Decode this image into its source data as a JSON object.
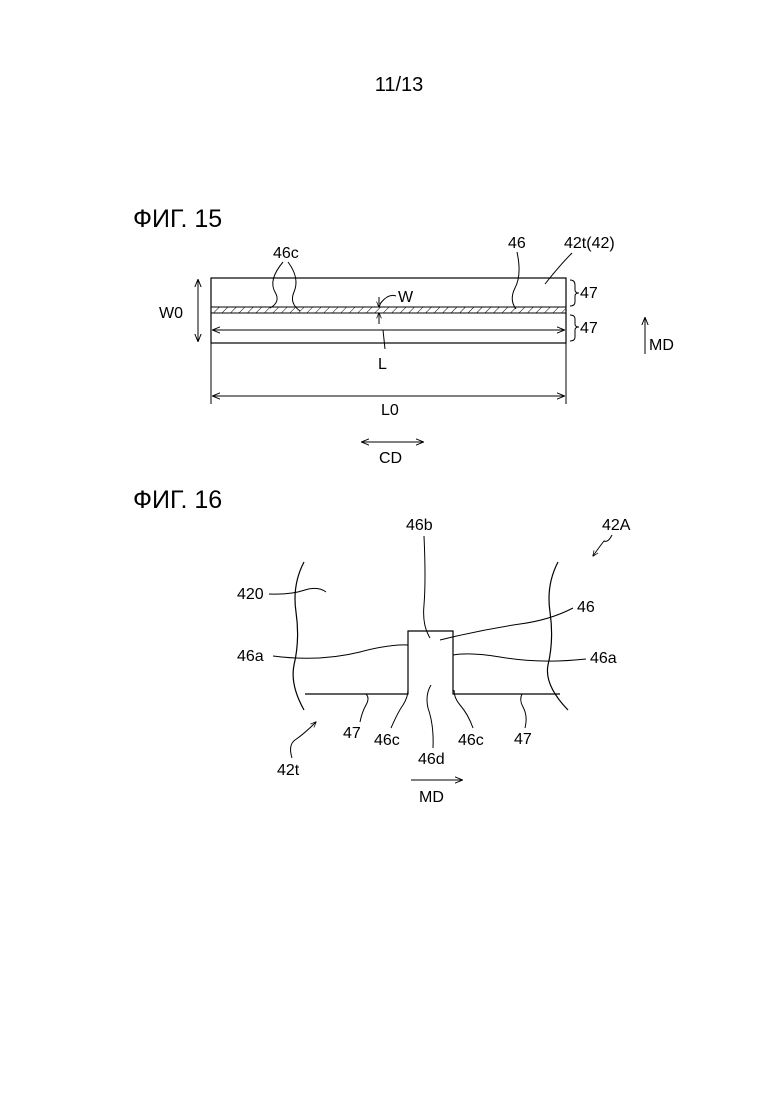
{
  "page_number": "11/13",
  "figure_15": {
    "title": "ФИГ. 15",
    "labels": {
      "l_46c": "46c",
      "l_46": "46",
      "l_42t42": "42t(42)",
      "l_47_top": "47",
      "l_47_bottom": "47",
      "l_W": "W",
      "l_W0": "W0",
      "l_L": "L",
      "l_L0": "L0",
      "l_MD": "MD",
      "l_CD": "CD"
    }
  },
  "figure_16": {
    "title": "ФИГ. 16",
    "labels": {
      "l_46b": "46b",
      "l_42A": "42A",
      "l_420": "420",
      "l_46": "46",
      "l_46a_left": "46a",
      "l_46a_right": "46a",
      "l_47_left": "47",
      "l_47_right": "47",
      "l_46c_left": "46c",
      "l_46c_right": "46c",
      "l_46d": "46d",
      "l_42t": "42t",
      "l_MD": "MD"
    }
  }
}
